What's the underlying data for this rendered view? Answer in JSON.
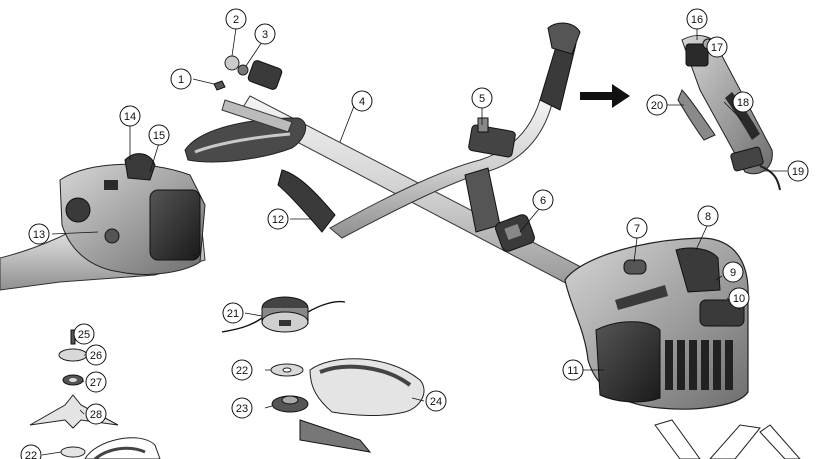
{
  "callouts": [
    {
      "id": "c1",
      "label": "1"
    },
    {
      "id": "c2",
      "label": "2"
    },
    {
      "id": "c3",
      "label": "3"
    },
    {
      "id": "c4",
      "label": "4"
    },
    {
      "id": "c5",
      "label": "5"
    },
    {
      "id": "c6",
      "label": "6"
    },
    {
      "id": "c7",
      "label": "7"
    },
    {
      "id": "c8",
      "label": "8"
    },
    {
      "id": "c9",
      "label": "9"
    },
    {
      "id": "c10",
      "label": "10"
    },
    {
      "id": "c11",
      "label": "11"
    },
    {
      "id": "c12",
      "label": "12"
    },
    {
      "id": "c13",
      "label": "13"
    },
    {
      "id": "c14",
      "label": "14"
    },
    {
      "id": "c15",
      "label": "15"
    },
    {
      "id": "c16",
      "label": "16"
    },
    {
      "id": "c17",
      "label": "17"
    },
    {
      "id": "c18",
      "label": "18"
    },
    {
      "id": "c19",
      "label": "19"
    },
    {
      "id": "c20",
      "label": "20"
    },
    {
      "id": "c21",
      "label": "21"
    },
    {
      "id": "c22",
      "label": "22"
    },
    {
      "id": "c22b",
      "label": "22"
    },
    {
      "id": "c23",
      "label": "23"
    },
    {
      "id": "c24",
      "label": "24"
    },
    {
      "id": "c25",
      "label": "25"
    },
    {
      "id": "c26",
      "label": "26"
    },
    {
      "id": "c27",
      "label": "27"
    },
    {
      "id": "c28",
      "label": "28"
    }
  ],
  "colors": {
    "ink": "#111111",
    "part_fill": "#e4e4e4",
    "part_dark": "#2a2a2a",
    "part_mid": "#9a9a9a",
    "background": "#ffffff"
  }
}
